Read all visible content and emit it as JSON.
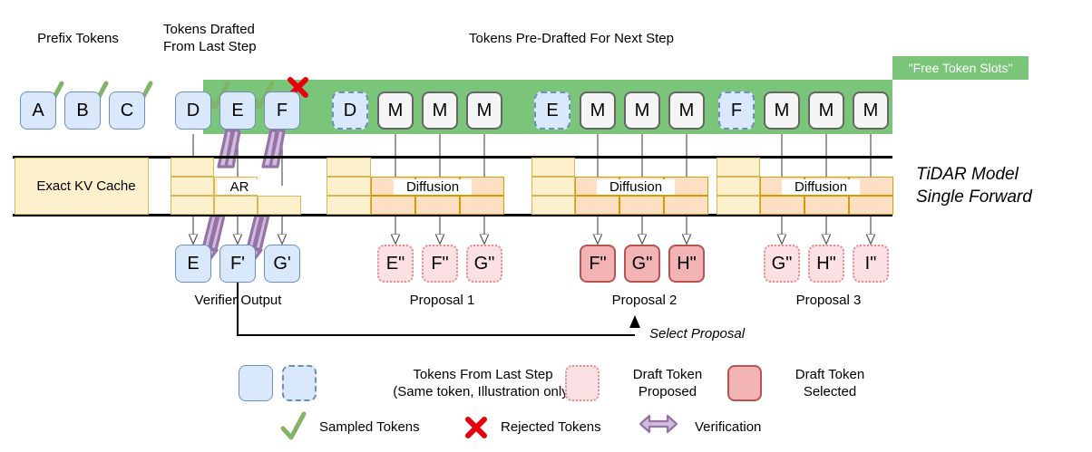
{
  "figure": {
    "title_note_right": "TiDAR Model\nSingle Forward",
    "select_proposal_label": "Select Proposal"
  },
  "headers": {
    "prefix": "Prefix Tokens",
    "drafted_last_step": "Tokens Drafted\nFrom Last Step",
    "predrafted_next_step": "Tokens Pre-Drafted For Next Step",
    "free_token_slots": "\"Free Token Slots\""
  },
  "top_row": {
    "prefix_tokens": [
      {
        "text": "A",
        "style": "blue",
        "check": true
      },
      {
        "text": "B",
        "style": "blue",
        "check": true
      },
      {
        "text": "C",
        "style": "blue",
        "check": true
      }
    ],
    "drafted_tokens": [
      {
        "text": "D",
        "style": "blue",
        "check": true,
        "reject": false
      },
      {
        "text": "E",
        "style": "blue",
        "check": true,
        "reject": false
      },
      {
        "text": "F",
        "style": "blue",
        "check": false,
        "reject": true
      }
    ],
    "predraft_groups": [
      {
        "anchor": {
          "text": "D",
          "style": "blue-dash"
        },
        "masks": [
          "M",
          "M",
          "M"
        ]
      },
      {
        "anchor": {
          "text": "E",
          "style": "blue-dash"
        },
        "masks": [
          "M",
          "M",
          "M"
        ]
      },
      {
        "anchor": {
          "text": "F",
          "style": "blue-dash"
        },
        "masks": [
          "M",
          "M",
          "M"
        ]
      }
    ]
  },
  "kv_cache": {
    "label": "Exact KV Cache",
    "ar_label": "AR",
    "diffusion_labels": [
      "Diffusion",
      "Diffusion",
      "Diffusion"
    ]
  },
  "outputs": {
    "verifier": {
      "caption": "Verifier Output",
      "tokens": [
        {
          "text": "E",
          "style": "out"
        },
        {
          "text": "F'",
          "style": "out"
        },
        {
          "text": "G'",
          "style": "out"
        }
      ]
    },
    "proposals": [
      {
        "caption": "Proposal 1",
        "style": "pink-dot",
        "tokens": [
          "E\"",
          "F\"",
          "G\""
        ]
      },
      {
        "caption": "Proposal 2",
        "style": "pink-solid",
        "tokens": [
          "F\"",
          "G\"",
          "H\""
        ]
      },
      {
        "caption": "Proposal 3",
        "style": "pink-dot",
        "tokens": [
          "G\"",
          "H\"",
          "I\""
        ]
      }
    ]
  },
  "legend": {
    "row1": [
      {
        "swatches": [
          "blue",
          "blue-dash"
        ],
        "text": "Tokens From Last Step\n(Same token, Illustration only)"
      },
      {
        "swatches": [
          "pink-dot"
        ],
        "text": "Draft Token\nProposed"
      },
      {
        "swatches": [
          "pink-solid"
        ],
        "text": "Draft Token\nSelected"
      }
    ],
    "row2": [
      {
        "icon": "check-icon",
        "text": "Sampled Tokens"
      },
      {
        "icon": "cross-icon",
        "text": "Rejected Tokens"
      },
      {
        "icon": "double-arrow-icon",
        "text": "Verification"
      }
    ]
  },
  "colors": {
    "green_band": "#7ac57a",
    "token_blue_fill": "#dae8fc",
    "token_blue_stroke": "#6c8ebf",
    "mask_fill": "#f5f5f5",
    "mask_stroke": "#666666",
    "pink_light_fill": "#fbe1e3",
    "pink_light_stroke": "#e78b90",
    "pink_solid_fill": "#f2b3b4",
    "pink_solid_stroke": "#b85450",
    "kv_yellow_fill": "#fcf0cd",
    "kv_yellow_stroke": "#d6b656",
    "kv_orange_fill": "#fde0c4",
    "kv_orange_stroke": "#d79b00",
    "check_green": "#82b366",
    "reject_red": "#e8000d",
    "verify_purple": "#9673a6"
  }
}
